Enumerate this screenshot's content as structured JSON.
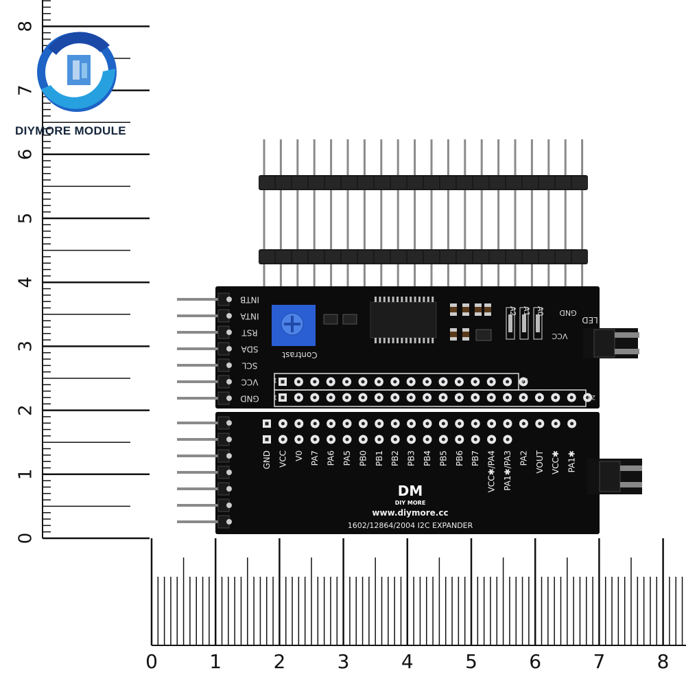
{
  "brand": {
    "logo_text": "DIYMORE MODULE"
  },
  "ruler_vertical": {
    "labels": [
      "0",
      "1",
      "2",
      "3",
      "4",
      "5",
      "6",
      "7",
      "8"
    ]
  },
  "ruler_horizontal": {
    "labels": [
      "0",
      "1",
      "2",
      "3",
      "4",
      "5",
      "6",
      "7",
      "8"
    ]
  },
  "board_top": {
    "side_pins": [
      "INTB",
      "INTA",
      "RST",
      "SDA",
      "SCL",
      "VCC",
      "GND"
    ],
    "pot_label": "Contrast",
    "addr_labels": [
      "A2",
      "A1",
      "A0"
    ],
    "right_labels": [
      "GND",
      "VCC"
    ],
    "led_label": "LED",
    "row_marks": {
      "r1_start": "1",
      "r1_end": "16",
      "r2_start": "1",
      "r2_end": "20"
    }
  },
  "board_bottom": {
    "pin_labels": [
      "GND",
      "VCC",
      "V0",
      "PA7",
      "PA6",
      "PA5",
      "PB0",
      "PB1",
      "PB2",
      "PB3",
      "PB4",
      "PB5",
      "PB6",
      "PB7",
      "VCC✱/PA4",
      "PA1✱/PA3",
      "PA2",
      "VOUT",
      "VCC✱",
      "PA1✱"
    ],
    "logo_mark": "DM",
    "logo_sub": "DIY MORE",
    "website": "www.diymore.cc",
    "model": "1602/12864/2004 I2C EXPANDER"
  },
  "colors": {
    "board": "#0c0c0c",
    "pad": "#e8e8ea",
    "pin_gold": "#8a8a8a",
    "header_black": "#1a1a1a",
    "pot_blue": "#2a5fd4",
    "logo_blue": "#1e63c6"
  }
}
